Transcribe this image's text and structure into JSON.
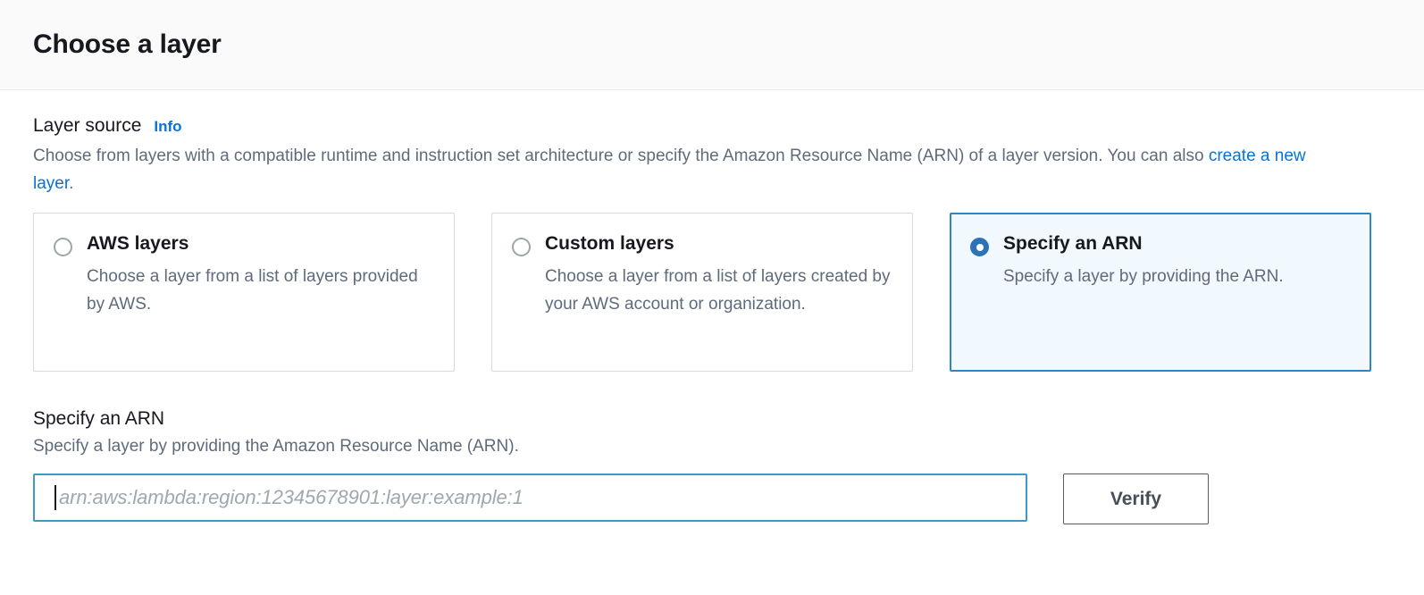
{
  "header": {
    "title": "Choose a layer"
  },
  "layer_source": {
    "label": "Layer source",
    "info_label": "Info",
    "description_part1": "Choose from layers with a compatible runtime and instruction set architecture or specify the Amazon Resource Name (ARN) of a layer version. You can also ",
    "description_link": "create a new layer",
    "description_part2": ".",
    "options": [
      {
        "title": "AWS layers",
        "description": "Choose a layer from a list of layers provided by AWS.",
        "selected": false
      },
      {
        "title": "Custom layers",
        "description": "Choose a layer from a list of layers created by your AWS account or organization.",
        "selected": false
      },
      {
        "title": "Specify an ARN",
        "description": "Specify a layer by providing the ARN.",
        "selected": true
      }
    ]
  },
  "arn_section": {
    "title": "Specify an ARN",
    "description": "Specify a layer by providing the Amazon Resource Name (ARN).",
    "input_value": "",
    "input_placeholder": "arn:aws:lambda:region:12345678901:layer:example:1",
    "verify_label": "Verify"
  },
  "colors": {
    "accent_blue": "#0972d3",
    "selected_border": "#3184c2",
    "selected_fill": "#f1f8fe",
    "focus_border": "#3d9ac7",
    "text_primary": "#16191f",
    "text_secondary": "#5f6b7a",
    "border_grey": "#d5dbdb",
    "header_bg": "#fafafa"
  }
}
